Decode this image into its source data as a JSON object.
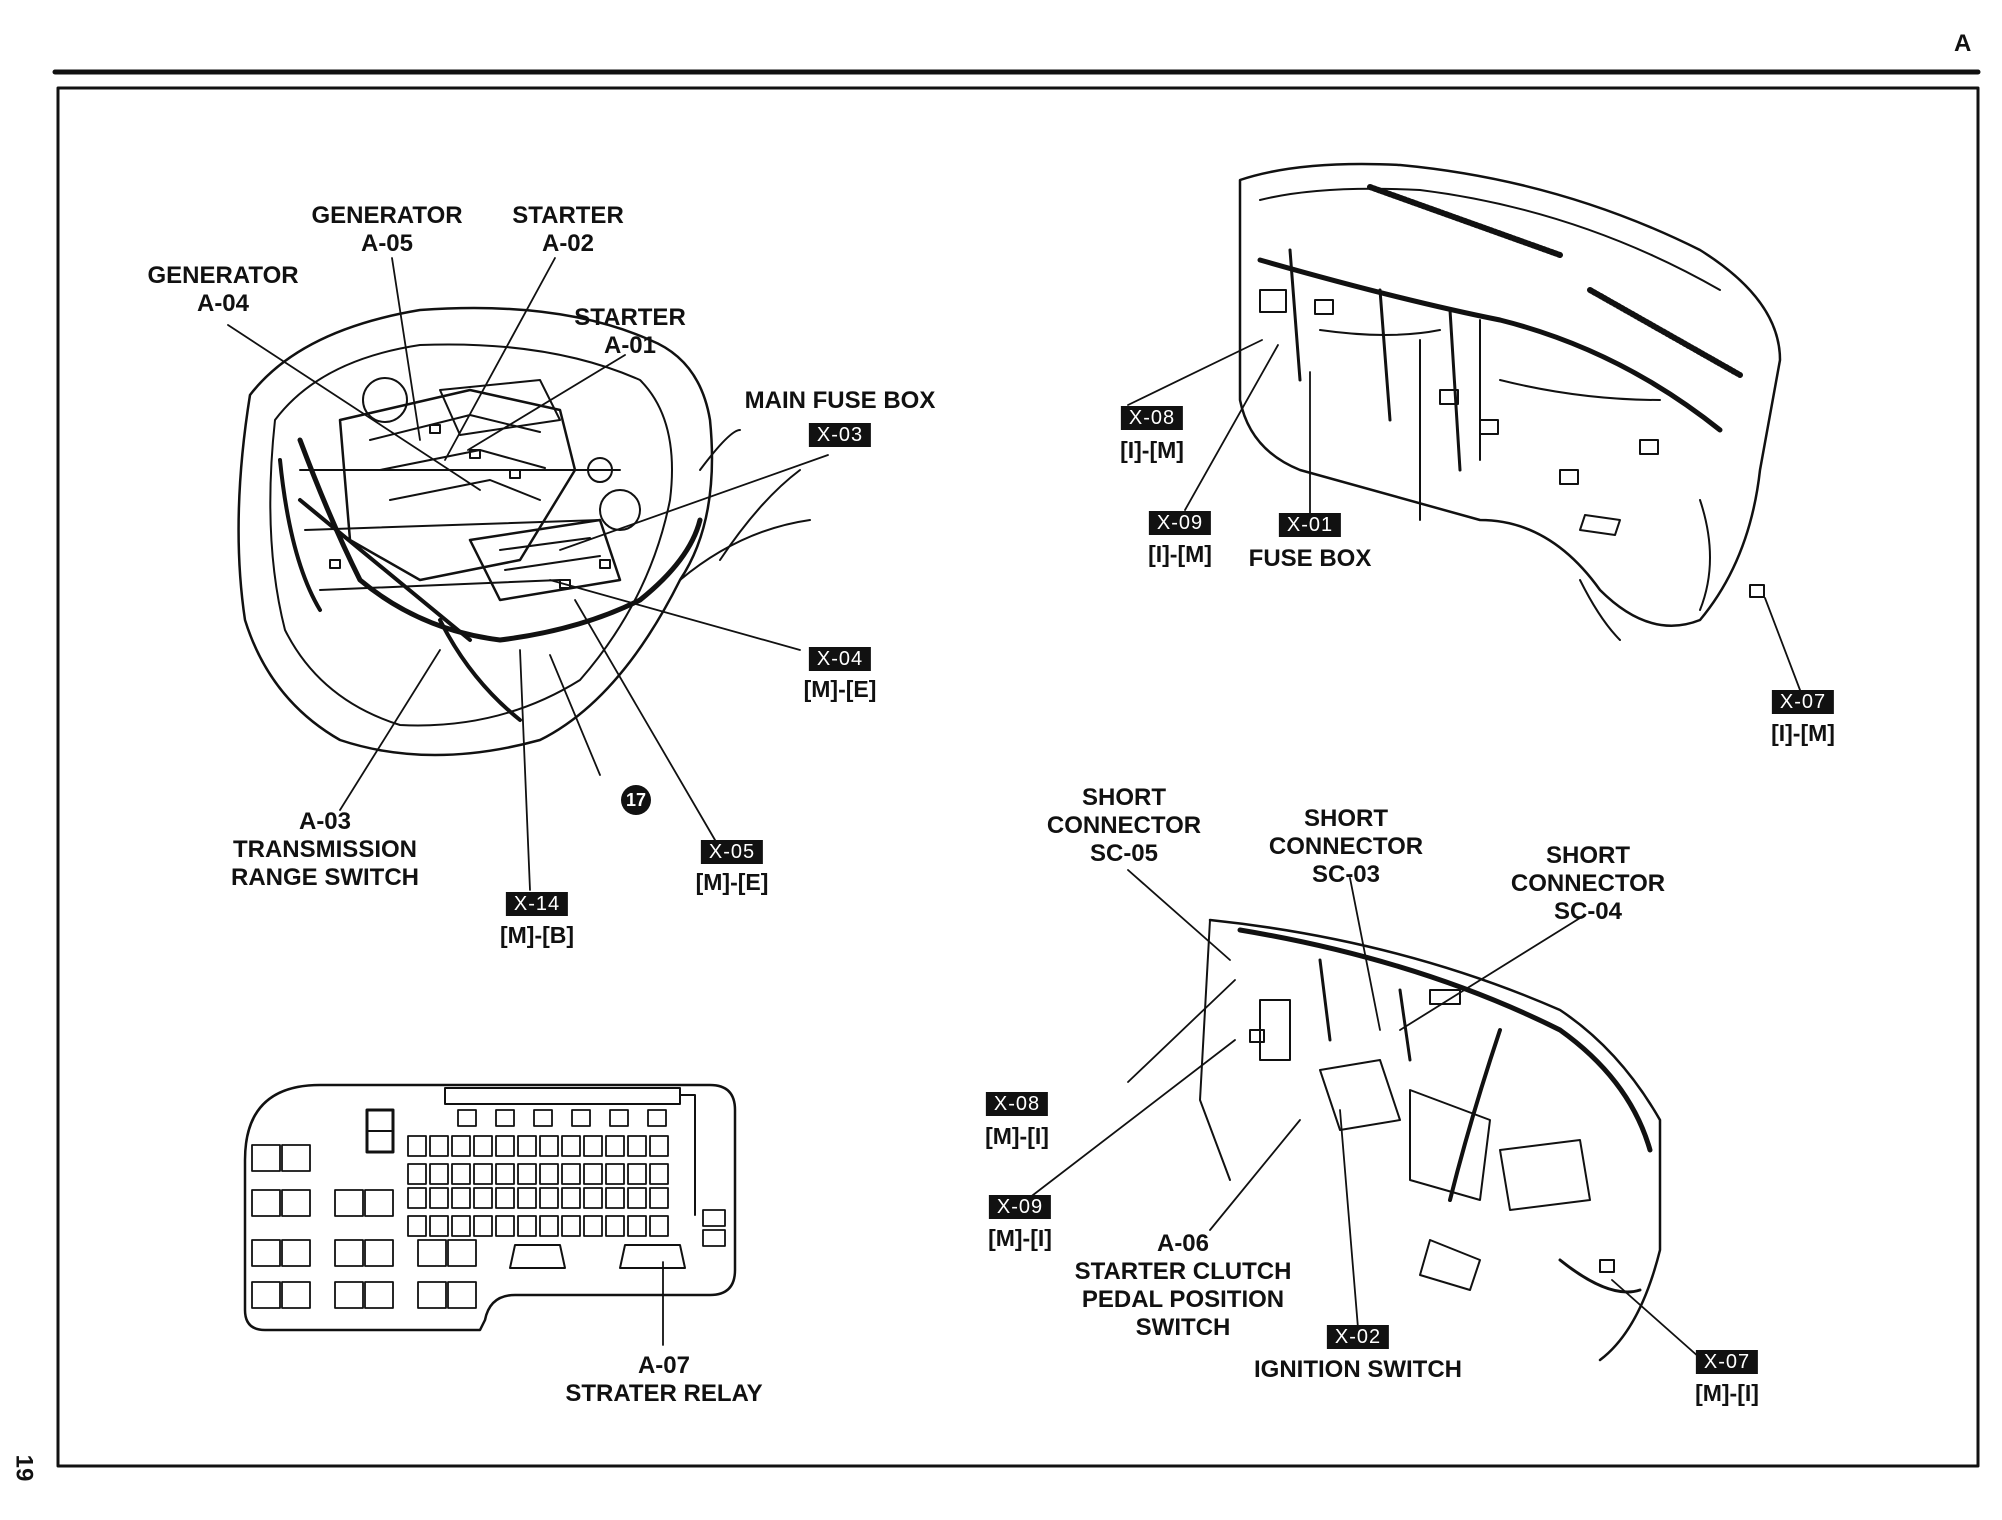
{
  "page": {
    "corner_letter": "A",
    "page_number": "19",
    "callout_number": "17"
  },
  "engine_labels": {
    "generator_a05": [
      "GENERATOR",
      "A-05"
    ],
    "starter_a02": [
      "STARTER",
      "A-02"
    ],
    "generator_a04": [
      "GENERATOR",
      "A-04"
    ],
    "starter_a01": [
      "STARTER",
      "A-01"
    ],
    "main_fuse_box": "MAIN FUSE BOX",
    "x03": "X-03",
    "x04": "X-04",
    "x04_sub": "[M]-[E]",
    "x05": "X-05",
    "x05_sub": "[M]-[E]",
    "x14": "X-14",
    "x14_sub": "[M]-[B]",
    "a03": [
      "A-03",
      "TRANSMISSION",
      "RANGE SWITCH"
    ]
  },
  "relay_labels": {
    "a07": [
      "A-07",
      "STRATER RELAY"
    ]
  },
  "dash_top_labels": {
    "x08": "X-08",
    "x08_sub": "[I]-[M]",
    "x09": "X-09",
    "x09_sub": "[I]-[M]",
    "x01": "X-01",
    "fuse_box": "FUSE BOX",
    "x07": "X-07",
    "x07_sub": "[I]-[M]"
  },
  "dash_bottom_labels": {
    "sc05": [
      "SHORT",
      "CONNECTOR",
      "SC-05"
    ],
    "sc03": [
      "SHORT",
      "CONNECTOR",
      "SC-03"
    ],
    "sc04": [
      "SHORT",
      "CONNECTOR",
      "SC-04"
    ],
    "x08": "X-08",
    "x08_sub": "[M]-[I]",
    "x09": "X-09",
    "x09_sub": "[M]-[I]",
    "a06": [
      "A-06",
      "STARTER CLUTCH",
      "PEDAL POSITION",
      "SWITCH"
    ],
    "x02": "X-02",
    "ignition": "IGNITION SWITCH",
    "x07": "X-07",
    "x07_sub": "[M]-[I]"
  }
}
